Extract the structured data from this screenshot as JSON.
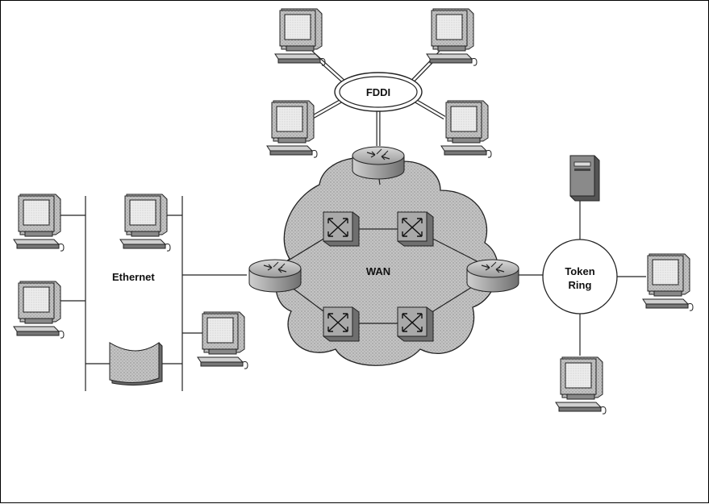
{
  "labels": {
    "fddi": "FDDI",
    "ethernet": "Ethernet",
    "wan": "WAN",
    "token_ring_line1": "Token",
    "token_ring_line2": "Ring"
  },
  "colors": {
    "cloud": "#bdbdbd",
    "device": "#9a9a9a",
    "screen": "#e6e6e6"
  }
}
